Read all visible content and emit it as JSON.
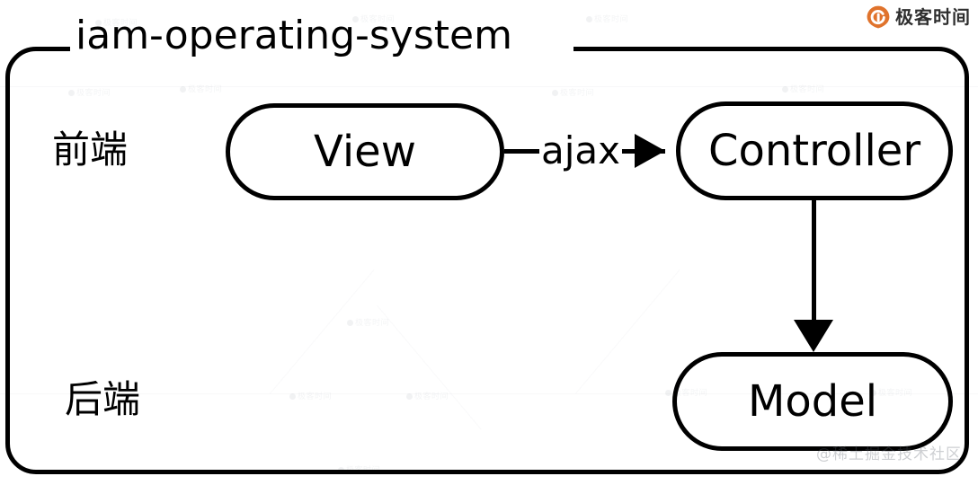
{
  "brand": {
    "name": "极客时间",
    "mark_color": "#e0732c",
    "text_color": "#2f2f2f",
    "icon": "geektime-logo-icon"
  },
  "diagram": {
    "type": "flowchart",
    "container_title": "iam-operating-system",
    "tiers": [
      {
        "id": "frontend",
        "label": "前端"
      },
      {
        "id": "backend",
        "label": "后端"
      }
    ],
    "nodes": [
      {
        "id": "view",
        "label": "View",
        "tier": "frontend"
      },
      {
        "id": "controller",
        "label": "Controller",
        "tier": "frontend"
      },
      {
        "id": "model",
        "label": "Model",
        "tier": "backend"
      }
    ],
    "edges": [
      {
        "from": "view",
        "to": "controller",
        "label": "ajax",
        "direction": "right"
      },
      {
        "from": "controller",
        "to": "model",
        "label": "",
        "direction": "down"
      }
    ],
    "stroke_color": "#000000",
    "background_color": "#ffffff"
  },
  "watermarks": {
    "site": "@稀土掘金技术社区",
    "tile_text": "极客时间"
  }
}
